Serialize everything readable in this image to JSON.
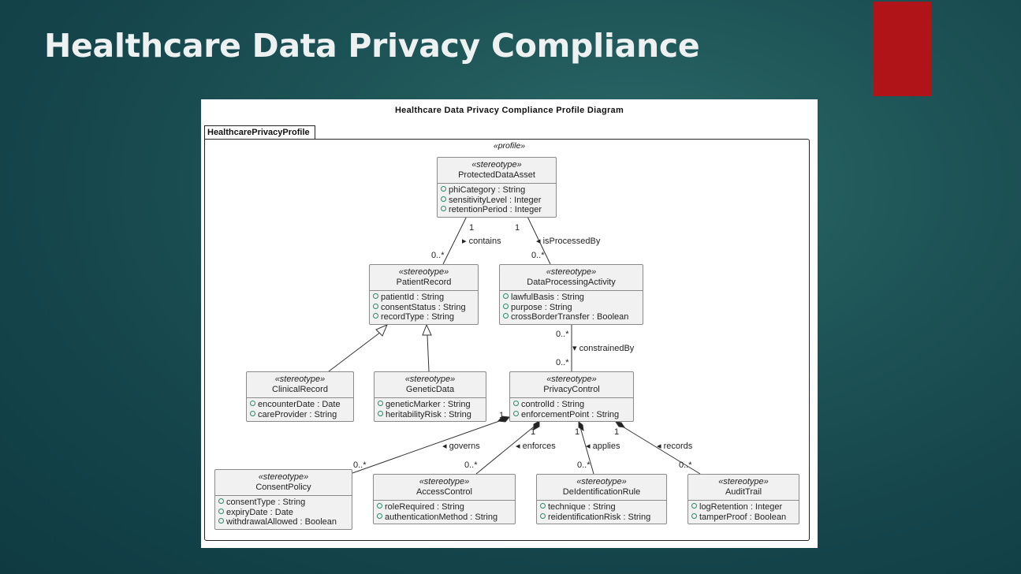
{
  "slide": {
    "title": "Healthcare Data Privacy Compliance"
  },
  "diagram": {
    "title": "Healthcare Data Privacy Compliance Profile Diagram",
    "package": "HealthcarePrivacyProfile",
    "package_stereotype": "«profile»",
    "classes": [
      {
        "id": "ProtectedDataAsset",
        "stereotype": "«stereotype»",
        "name": "ProtectedDataAsset",
        "attributes": [
          {
            "text": "phiCategory : String"
          },
          {
            "text": "sensitivityLevel : Integer"
          },
          {
            "text": "retentionPeriod : Integer"
          }
        ]
      },
      {
        "id": "PatientRecord",
        "stereotype": "«stereotype»",
        "name": "PatientRecord",
        "attributes": [
          {
            "text": "patientId : String"
          },
          {
            "text": "consentStatus : String"
          },
          {
            "text": "recordType : String"
          }
        ]
      },
      {
        "id": "DataProcessingActivity",
        "stereotype": "«stereotype»",
        "name": "DataProcessingActivity",
        "attributes": [
          {
            "text": "lawfulBasis : String"
          },
          {
            "text": "purpose : String"
          },
          {
            "text": "crossBorderTransfer : Boolean"
          }
        ]
      },
      {
        "id": "ClinicalRecord",
        "stereotype": "«stereotype»",
        "name": "ClinicalRecord",
        "attributes": [
          {
            "text": "encounterDate : Date"
          },
          {
            "text": "careProvider : String"
          }
        ]
      },
      {
        "id": "GeneticData",
        "stereotype": "«stereotype»",
        "name": "GeneticData",
        "attributes": [
          {
            "text": "geneticMarker : String"
          },
          {
            "text": "heritabilityRisk : String"
          }
        ]
      },
      {
        "id": "PrivacyControl",
        "stereotype": "«stereotype»",
        "name": "PrivacyControl",
        "attributes": [
          {
            "text": "controlId : String"
          },
          {
            "text": "enforcementPoint : String"
          }
        ]
      },
      {
        "id": "ConsentPolicy",
        "stereotype": "«stereotype»",
        "name": "ConsentPolicy",
        "attributes": [
          {
            "text": "consentType : String"
          },
          {
            "text": "expiryDate : Date"
          },
          {
            "text": "withdrawalAllowed : Boolean"
          }
        ]
      },
      {
        "id": "AccessControl",
        "stereotype": "«stereotype»",
        "name": "AccessControl",
        "attributes": [
          {
            "text": "roleRequired : String"
          },
          {
            "text": "authenticationMethod : String"
          }
        ]
      },
      {
        "id": "DeidentificationRule",
        "stereotype": "«stereotype»",
        "name": "DeIdentificationRule",
        "attributes": [
          {
            "text": "technique : String"
          },
          {
            "text": "reidentificationRisk : String"
          }
        ]
      },
      {
        "id": "AuditTrail",
        "stereotype": "«stereotype»",
        "name": "AuditTrail",
        "attributes": [
          {
            "text": "logRetention : Integer"
          },
          {
            "text": "tamperProof : Boolean"
          }
        ]
      }
    ],
    "relations": [
      {
        "type": "composition",
        "from": "ProtectedDataAsset",
        "to": "PatientRecord",
        "label": "contains",
        "arrow": "▸",
        "from_mult": "1",
        "to_mult": "0..*"
      },
      {
        "type": "composition",
        "from": "ProtectedDataAsset",
        "to": "DataProcessingActivity",
        "label": "isProcessedBy",
        "arrow": "◂",
        "from_mult": "1",
        "to_mult": "0..*"
      },
      {
        "type": "association",
        "from": "DataProcessingActivity",
        "to": "PrivacyControl",
        "label": "constrainedBy",
        "arrow": "▾",
        "from_mult": "0..*",
        "to_mult": "0..*"
      },
      {
        "type": "generalization",
        "from": "ClinicalRecord",
        "to": "PatientRecord"
      },
      {
        "type": "generalization",
        "from": "GeneticData",
        "to": "PatientRecord"
      },
      {
        "type": "composition",
        "from": "PrivacyControl",
        "to": "ConsentPolicy",
        "label": "governs",
        "arrow": "◂",
        "from_mult": "1",
        "to_mult": "0..*"
      },
      {
        "type": "composition",
        "from": "PrivacyControl",
        "to": "AccessControl",
        "label": "enforces",
        "arrow": "◂",
        "from_mult": "1",
        "to_mult": "0..*"
      },
      {
        "type": "composition",
        "from": "PrivacyControl",
        "to": "DeidentificationRule",
        "label": "applies",
        "arrow": "◂",
        "from_mult": "1",
        "to_mult": "0..*"
      },
      {
        "type": "composition",
        "from": "PrivacyControl",
        "to": "AuditTrail",
        "label": "records",
        "arrow": "◂",
        "from_mult": "1",
        "to_mult": "0..*"
      }
    ]
  },
  "colors": {
    "background": "#1a4d52",
    "accent": "#b11418",
    "class_fill": "#f1f1f1",
    "visibility": "#2a8a6a"
  }
}
